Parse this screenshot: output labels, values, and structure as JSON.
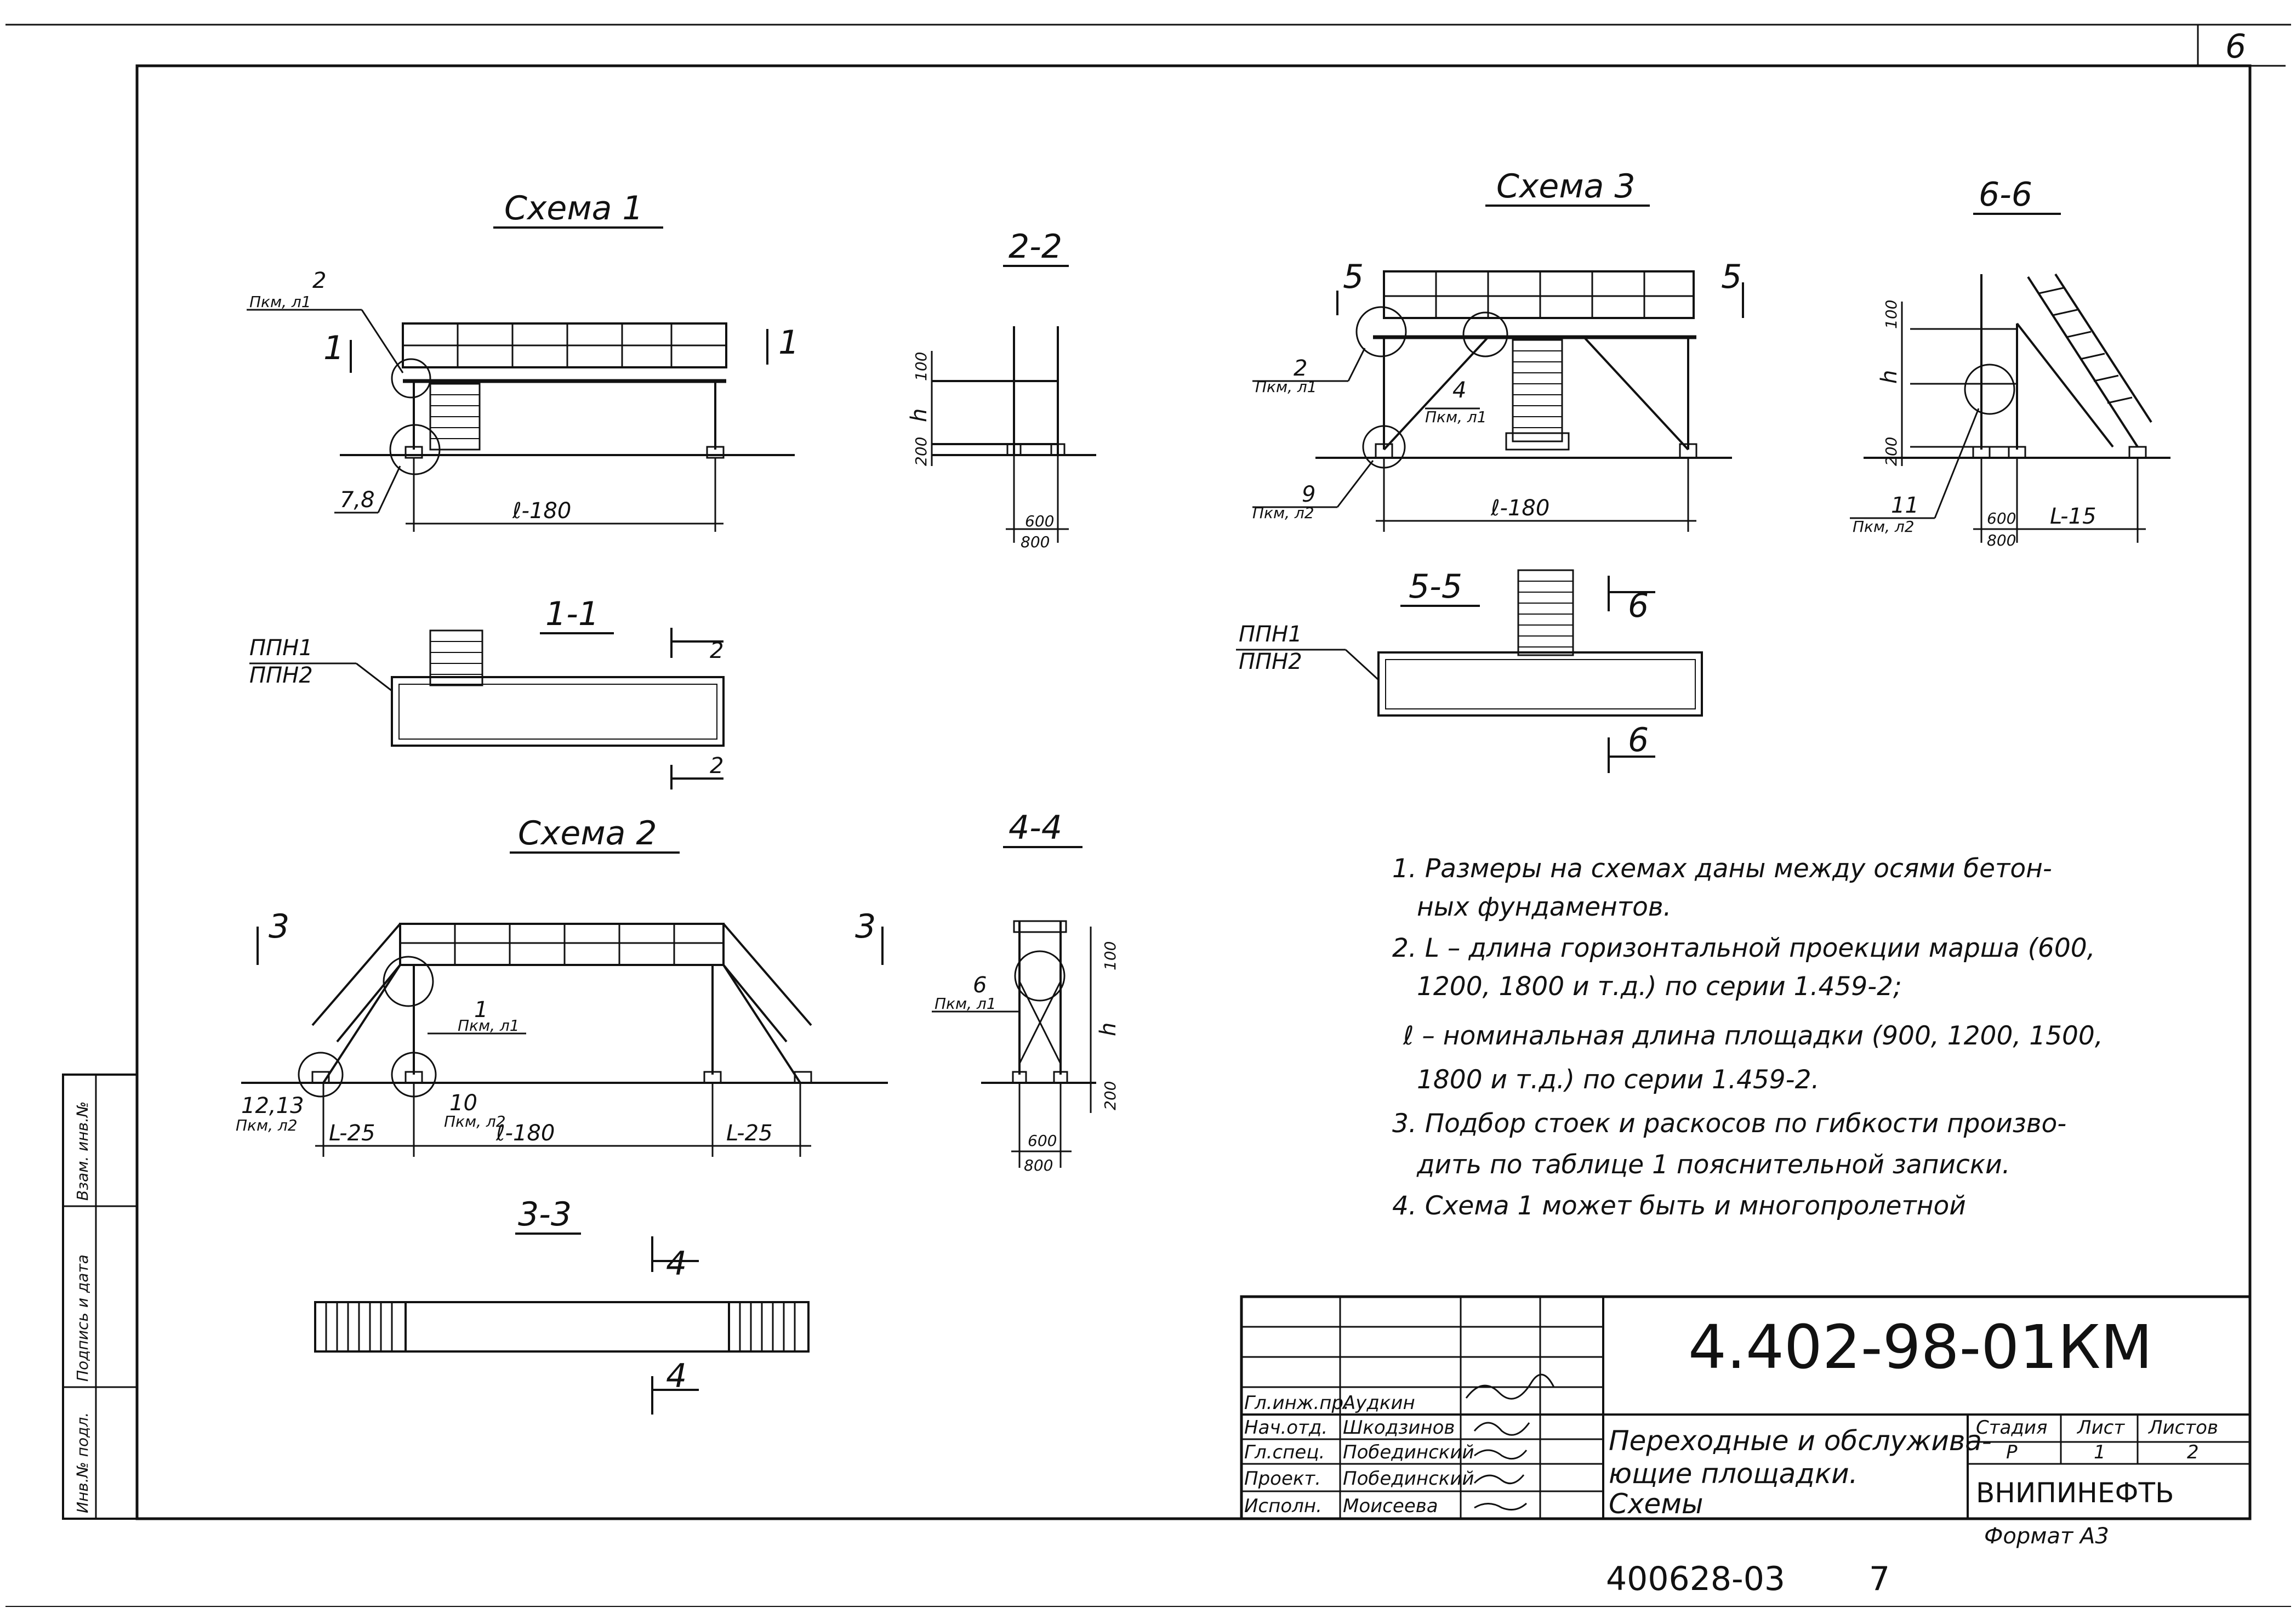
{
  "sheet": {
    "number": "6",
    "format": "Формат А3",
    "archive": "400628-03",
    "archive_page": "7"
  },
  "titles": {
    "s1": "Схема 1",
    "s2": "Схема 2",
    "s3": "Схема 3",
    "c22": "2-2",
    "c11": "1-1",
    "c44": "4-4",
    "c33": "3-3",
    "c55": "5-5",
    "c66": "6-6"
  },
  "labels": {
    "l_180_a": "ℓ-180",
    "l_180_b": "ℓ-180",
    "l_180_c": "ℓ-180",
    "l25_a": "L-25",
    "l25_b": "L-25",
    "l15": "L-15",
    "n2": "2",
    "n78": "7,8",
    "n4": "4",
    "n9": "9",
    "n1": "1",
    "n1213": "12,13",
    "n10": "10",
    "n6": "6",
    "n11": "11",
    "pkm1": "Пкм, л1",
    "pkm2": "Пкм, л2",
    "ppn1": "ППН1",
    "ppn2": "ППН2",
    "d600": "600",
    "d800": "800",
    "d200": "200",
    "d100": "100",
    "h": "h",
    "m1": "1",
    "m2": "2",
    "m3": "3",
    "m4": "4",
    "m5": "5",
    "m6": "6"
  },
  "notes": [
    "1. Размеры на схемах даны между осями бетон-",
    "ных фундаментов.",
    "2. L – длина горизонтальной проекции марша (600,",
    "1200, 1800 и т.д.) по серии 1.459-2;",
    "ℓ – номинальная длина площадки (900, 1200, 1500,",
    "1800 и т.д.) по серии 1.459-2.",
    "3. Подбор стоек и раскосов по гибкости произво-",
    "дить по таблице 1 пояснительной записки.",
    "4. Схема 1 может быть и многопролетной"
  ],
  "title_block": {
    "code": "4.402-98-01КМ",
    "name_lines": [
      "Переходные и обслужива-",
      "ющие площадки.",
      "Схемы"
    ],
    "org": "ВНИПИНЕФТЬ",
    "stage_h": "Стадия",
    "sheet_h": "Лист",
    "sheets_h": "Листов",
    "stage": "Р",
    "sheet": "1",
    "sheets": "2",
    "people": [
      {
        "role": "Гл.инж.пр.",
        "name": "Аудкин"
      },
      {
        "role": "Нач.отд.",
        "name": "Шкодзинов"
      },
      {
        "role": "Гл.спец.",
        "name": "Побединский"
      },
      {
        "role": "Проект.",
        "name": "Побединский"
      },
      {
        "role": "Исполн.",
        "name": "Моисеева"
      }
    ]
  },
  "side_stamp": [
    "Инв.№ подл.",
    "Подпись и дата",
    "Взам. инв.№"
  ]
}
